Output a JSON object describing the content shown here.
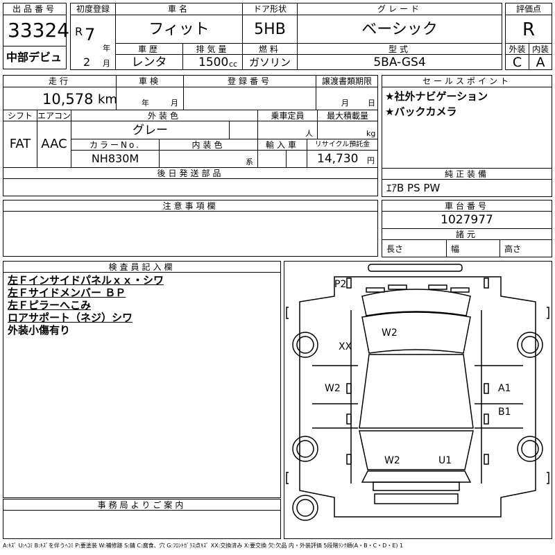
{
  "header": {
    "lot_label": "出品番号",
    "lot_number": "33324",
    "venue": "中部デビュ",
    "first_reg_label": "初度登録",
    "era": "R",
    "year": "7",
    "year_unit": "年",
    "month": "2",
    "month_unit": "月",
    "model_label": "車名",
    "model": "フィット",
    "door_label": "ドア形状",
    "door": "5HB",
    "grade_label": "グレード",
    "grade": "ベーシック",
    "score_label": "評価点",
    "score": "R",
    "history_label": "車歴",
    "history": "レンタ",
    "displacement_label": "排気量",
    "displacement": "1500",
    "displacement_unit": "cc",
    "fuel_label": "燃料",
    "fuel": "ガソリン",
    "type_label": "型式",
    "type": "5BA-GS4",
    "exterior_label": "外装",
    "exterior": "C",
    "interior_label": "内装",
    "interior": "A"
  },
  "row2": {
    "mileage_label": "走行",
    "mileage": "10,578",
    "mileage_unit": "km",
    "inspection_label": "車検",
    "insp_year": "年",
    "insp_month": "月",
    "plate_label": "登録番号",
    "transfer_label": "譲渡書類期限",
    "tr_month": "月",
    "tr_day": "日",
    "shift_label": "シフト",
    "shift": "FAT",
    "ac_label": "エアコン",
    "ac": "AAC",
    "ext_color_label": "外装色",
    "ext_color": "グレー",
    "capacity_label": "乗車定員",
    "capacity_unit": "人",
    "load_label": "最大積載量",
    "load_unit": "kg",
    "color_no_label": "カラーNo.",
    "color_no": "NH830M",
    "int_color_label": "内装色",
    "int_color_unit": "系",
    "import_label": "輸入車",
    "recycle_label": "リサイクル預託金",
    "recycle": "14,730",
    "recycle_unit": "円",
    "later_label": "後日発送部品"
  },
  "sales": {
    "label": "セールスポイント",
    "points": [
      "★社外ナビゲーション",
      "★バックカメラ"
    ]
  },
  "equipment": {
    "label": "純正装備",
    "value": "ｴｱB PS PW"
  },
  "notes": {
    "label": "注意事項欄"
  },
  "chassis": {
    "label": "車台番号",
    "value": "1027977"
  },
  "dimensions": {
    "label": "諸元",
    "length": "長さ",
    "width": "幅",
    "height": "高さ"
  },
  "inspector": {
    "label": "検査員記入欄",
    "lines": [
      "左Ｆインサイドパネルｘｘ・シワ",
      "左Ｆサイドメンバー ＢＰ",
      "左Ｆピラーへこみ",
      "ロアサポート（ネジ）シワ",
      "外装小傷有り"
    ]
  },
  "office": {
    "label": "事務局よりご案内"
  },
  "diagram": {
    "marks": {
      "p2": "P2",
      "xx": "XX",
      "w2_hood": "W2",
      "w2_left": "W2",
      "a1": "A1",
      "b1": "B1",
      "w2_rear": "W2",
      "u1": "U1"
    }
  },
  "legend": "A:ｷｽﾞ U:ﾍｺﾐ B:ｷｽﾞを伴うﾍｺﾐ P:要塗装 W:補修跡 S:錆 C:腐食、穴 G:ﾌﾛﾝﾄｶﾞﾗｽ点ｷｽﾞ XX:交換済み X:要交換 欠:欠品 内・外装評価 5段階ﾗﾝｸ順(A・B・C・D・E) 1"
}
